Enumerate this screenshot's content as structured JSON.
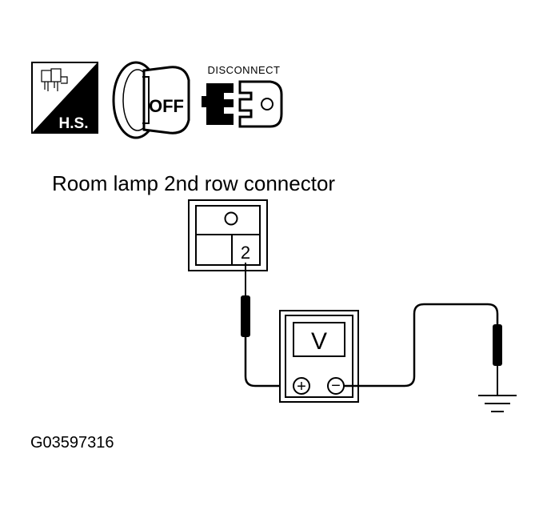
{
  "icons": {
    "harness_side_label": "H.S.",
    "ignition_label": "OFF",
    "disconnect_label": "DISCONNECT"
  },
  "connector": {
    "title": "Room lamp 2nd row connector",
    "terminal_label": "2"
  },
  "meter": {
    "display_label": "V",
    "positive_symbol": "+",
    "negative_symbol": "−"
  },
  "figure_code": "G03597316",
  "colors": {
    "ink": "#000000",
    "paper": "#ffffff",
    "shade": "#bfbfbf"
  }
}
